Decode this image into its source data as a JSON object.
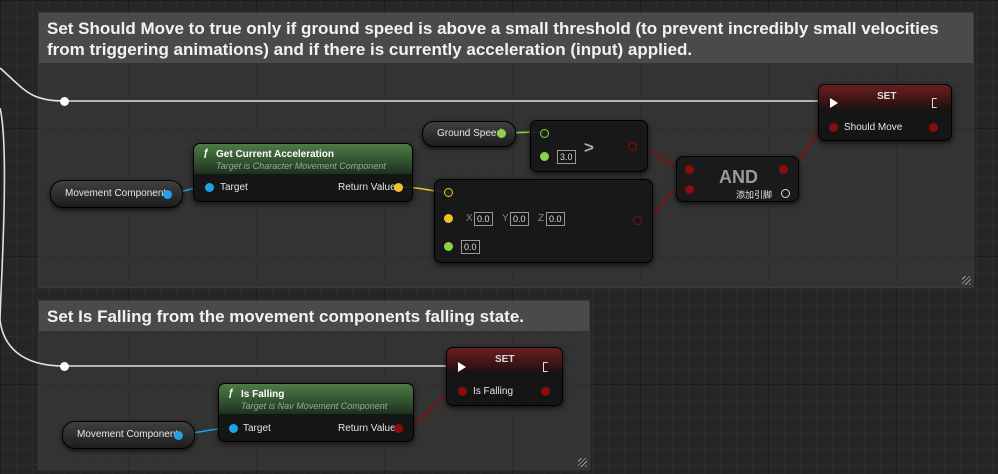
{
  "comments": {
    "top": "Set Should Move to true only if ground speed is above a small threshold (to prevent incredibly small velocities from triggering animations) and if there is currently acceleration (input) applied.",
    "bottom": "Set Is Falling from the movement components falling state."
  },
  "nodes": {
    "get_accel": {
      "icon": "ƒ",
      "title": "Get Current Acceleration",
      "subtitle": "Target is Character Movement Component",
      "target": "Target",
      "return": "Return Value"
    },
    "is_falling": {
      "icon": "ƒ",
      "title": "Is Falling",
      "subtitle": "Target is Nav Movement Component",
      "target": "Target",
      "return": "Return Value"
    },
    "var_move_top": {
      "label": "Movement Component"
    },
    "var_move_bottom": {
      "label": "Movement Component"
    },
    "ground_speed": {
      "label": "Ground Speed"
    },
    "greater": {
      "symbol": ">",
      "b_value": "3.0"
    },
    "vector_length": {
      "x_label": "X",
      "y_label": "Y",
      "z_label": "Z",
      "x": "0.0",
      "y": "0.0",
      "z": "0.0",
      "scalar": "0.0"
    },
    "and_node": {
      "symbol": "AND",
      "add_pin": "添加引脚"
    },
    "set_top": {
      "title": "SET",
      "var": "Should Move"
    },
    "set_bottom": {
      "title": "SET",
      "var": "Is Falling"
    }
  },
  "colors": {
    "object_pin": "#1fa3e6",
    "vector_pin": "#f0c22a",
    "float_pin": "#8bd34a",
    "bool_pin": "#8b0c0c",
    "exec_wire": "#e0e0e0",
    "function_header": "#4e7a46"
  }
}
